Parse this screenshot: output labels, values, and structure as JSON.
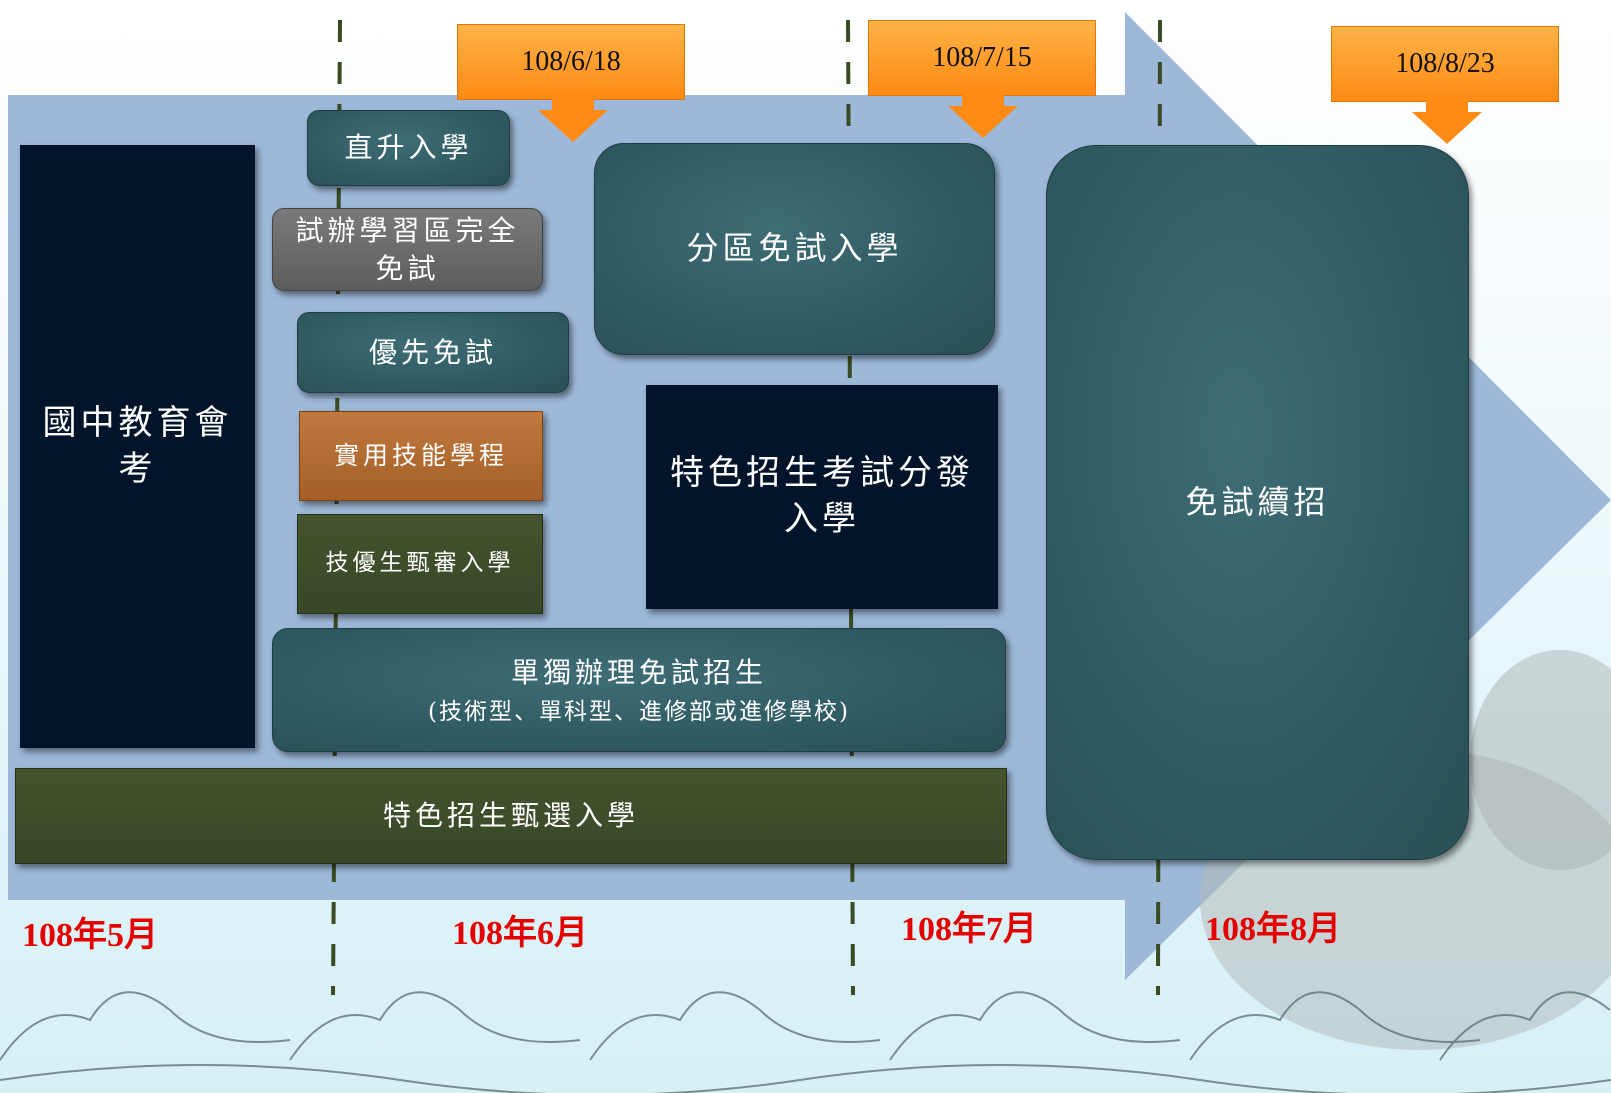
{
  "dates": [
    "108/6/18",
    "108/7/15",
    "108/8/23"
  ],
  "months": [
    "108年5月",
    "108年6月",
    "108年7月",
    "108年8月"
  ],
  "boxes": {
    "exam": "國中教育會考",
    "direct": "直升入學",
    "pilot": "試辦學習區完全免試",
    "priority": "優先免試",
    "practical": "實用技能學程",
    "skill": "技優生甄審入學",
    "district": "分區免試入學",
    "special_exam": "特色招生考試分發入學",
    "continue": "免試續招",
    "independent_title": "單獨辦理免試招生",
    "independent_sub": "(技術型、單科型、進修部或進修學校)",
    "special_select": "特色招生甄選入學"
  },
  "colors": {
    "teal": "#2f5a62",
    "navy": "#02142a",
    "callout": "#ff8a14",
    "month_text": "#e50000"
  }
}
